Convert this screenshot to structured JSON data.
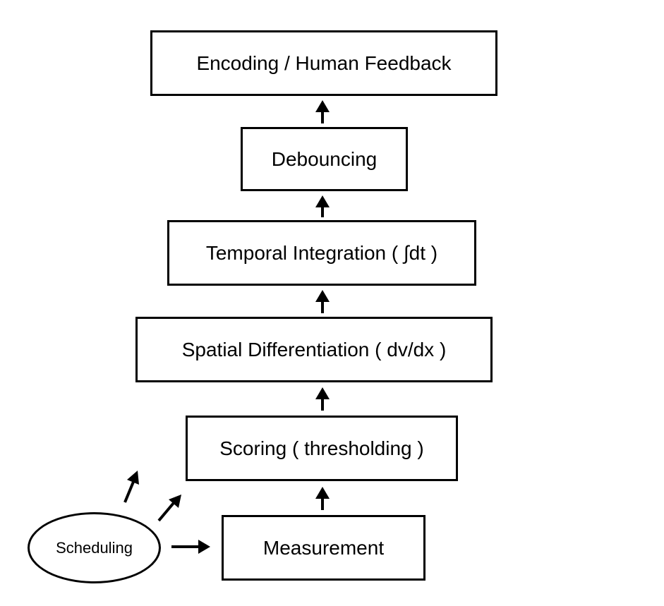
{
  "diagram": {
    "stages": [
      {
        "id": "encoding",
        "label": "Encoding / Human Feedback"
      },
      {
        "id": "debouncing",
        "label": "Debouncing"
      },
      {
        "id": "temporal",
        "label": "Temporal Integration ( ∫dt )"
      },
      {
        "id": "spatial",
        "label": "Spatial Differentiation ( dv/dx )"
      },
      {
        "id": "scoring",
        "label": "Scoring ( thresholding )"
      },
      {
        "id": "measurement",
        "label": "Measurement"
      }
    ],
    "scheduler": {
      "label": "Scheduling"
    }
  }
}
